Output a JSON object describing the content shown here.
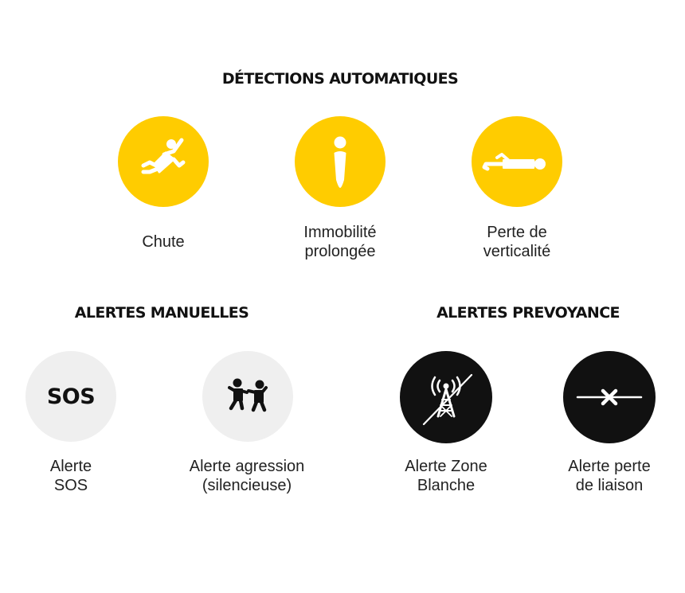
{
  "sections": {
    "automatic": {
      "title": "DÉTECTIONS AUTOMATIQUES",
      "items": [
        {
          "icon": "falling-person-icon",
          "line1": "Chute",
          "line2": ""
        },
        {
          "icon": "standing-person-icon",
          "line1": "Immobilité",
          "line2": "prolongée"
        },
        {
          "icon": "lying-person-icon",
          "line1": "Perte de",
          "line2": "verticalité"
        }
      ]
    },
    "manual": {
      "title": "ALERTES MANUELLES",
      "items": [
        {
          "icon": "sos-icon",
          "icon_text": "SOS",
          "line1": "Alerte",
          "line2": "SOS"
        },
        {
          "icon": "aggression-icon",
          "line1": "Alerte agression",
          "line2": "(silencieuse)"
        }
      ]
    },
    "preventive": {
      "title": "ALERTES PREVOYANCE",
      "items": [
        {
          "icon": "no-signal-tower-icon",
          "line1": "Alerte Zone",
          "line2": "Blanche"
        },
        {
          "icon": "broken-link-icon",
          "line1": "Alerte perte",
          "line2": "de liaison"
        }
      ]
    }
  },
  "colors": {
    "yellow": "#ffcc00",
    "light_gray": "#efefef",
    "black": "#111111",
    "text": "#222222"
  }
}
